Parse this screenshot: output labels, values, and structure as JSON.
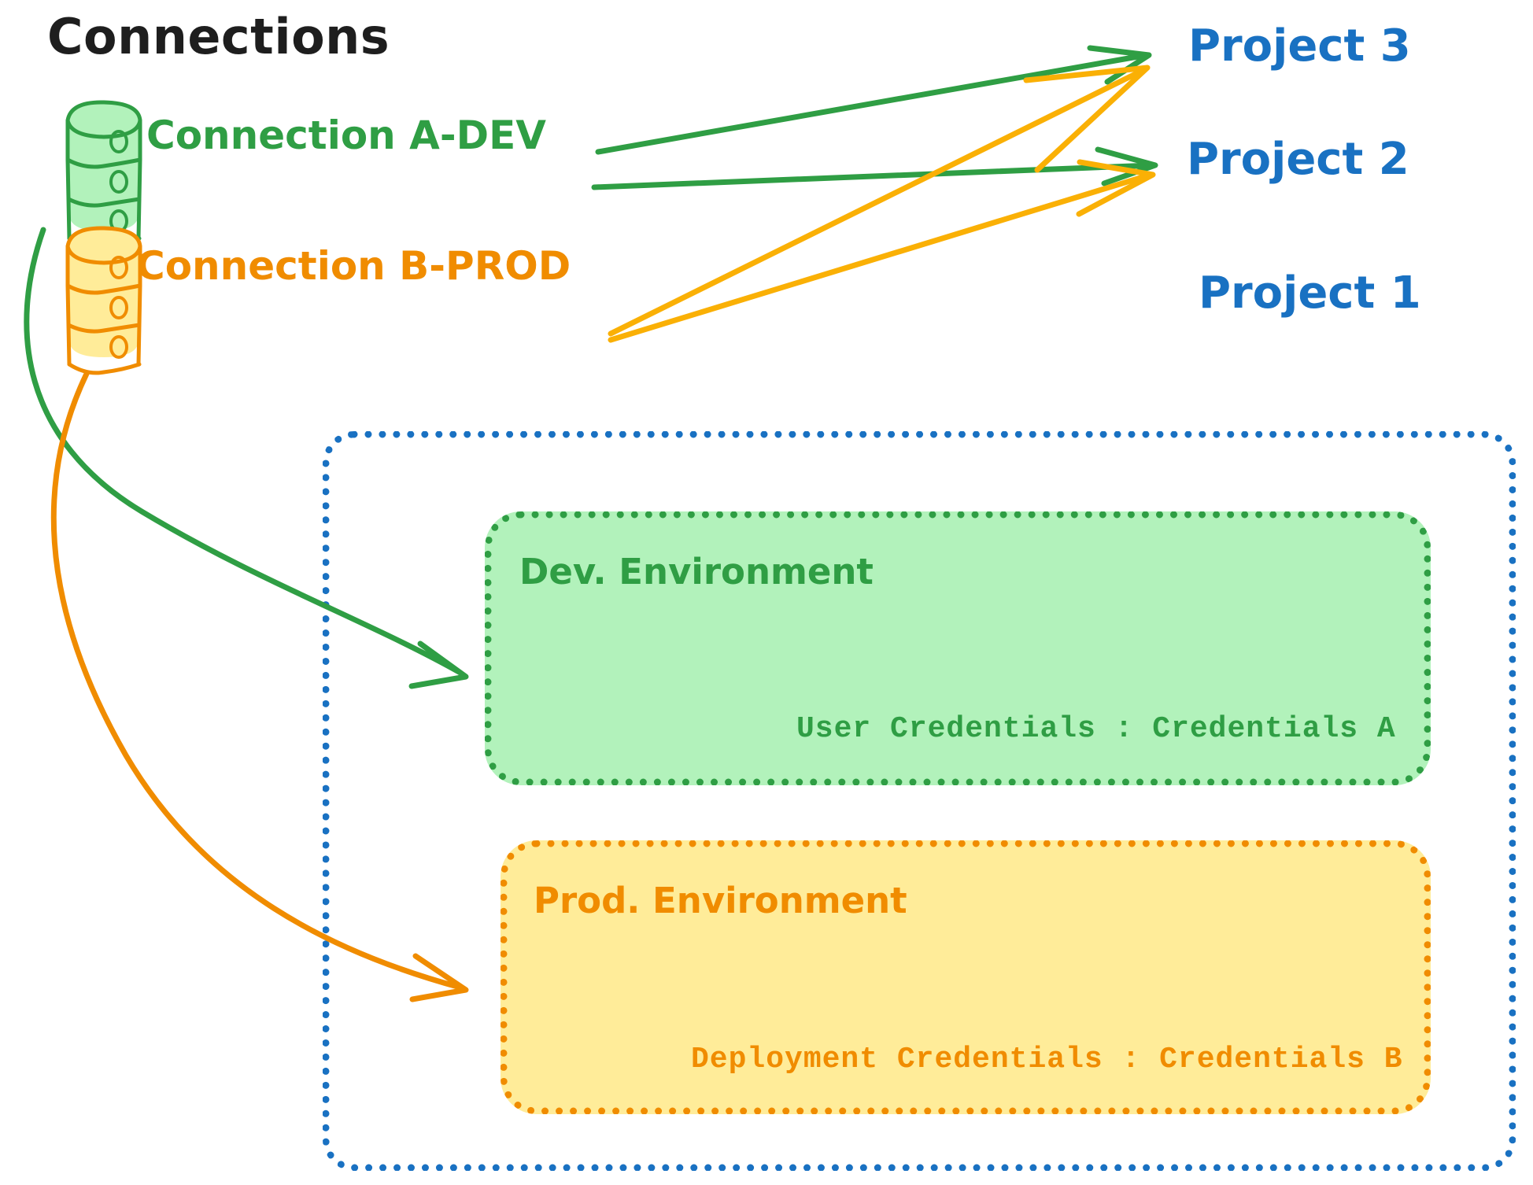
{
  "diagram": {
    "title": "Connections",
    "connections": [
      {
        "id": "connection-a-dev",
        "label": "Connection A-DEV",
        "color": "#2f9e44",
        "fill": "#b2f2bb",
        "icon": "database-icon"
      },
      {
        "id": "connection-b-prod",
        "label": "Connection B-PROD",
        "color": "#f08c00",
        "fill": "#ffec99",
        "icon": "database-icon"
      }
    ],
    "projects": [
      {
        "id": "project-3",
        "label": "Project 3",
        "color": "#1971c2"
      },
      {
        "id": "project-2",
        "label": "Project 2",
        "color": "#1971c2"
      },
      {
        "id": "project-1",
        "label": "Project 1",
        "color": "#1971c2"
      }
    ],
    "environments": [
      {
        "id": "dev-environment",
        "title": "Dev. Environment",
        "credentials_label": "User Credentials : Credentials A",
        "stroke": "#2f9e44",
        "fill": "#b2f2bb"
      },
      {
        "id": "prod-environment",
        "title": "Prod. Environment",
        "credentials_label": "Deployment Credentials : Credentials B",
        "stroke": "#f08c00",
        "fill": "#ffec99"
      }
    ],
    "edges": [
      {
        "from": "connection-a-dev",
        "to": "project-3",
        "color": "#2f9e44"
      },
      {
        "from": "connection-a-dev",
        "to": "project-2",
        "color": "#2f9e44"
      },
      {
        "from": "connection-a-dev",
        "to": "dev-environment",
        "color": "#2f9e44"
      },
      {
        "from": "connection-b-prod",
        "to": "project-3",
        "color": "#f08c00"
      },
      {
        "from": "connection-b-prod",
        "to": "project-2",
        "color": "#f08c00"
      },
      {
        "from": "connection-b-prod",
        "to": "prod-environment",
        "color": "#f08c00"
      }
    ],
    "colors": {
      "green_stroke": "#2f9e44",
      "green_fill": "#b2f2bb",
      "orange_stroke": "#f08c00",
      "orange_fill": "#ffec99",
      "blue_stroke": "#1971c2",
      "title_text": "#1e1e1e",
      "background": "#ffffff"
    }
  }
}
